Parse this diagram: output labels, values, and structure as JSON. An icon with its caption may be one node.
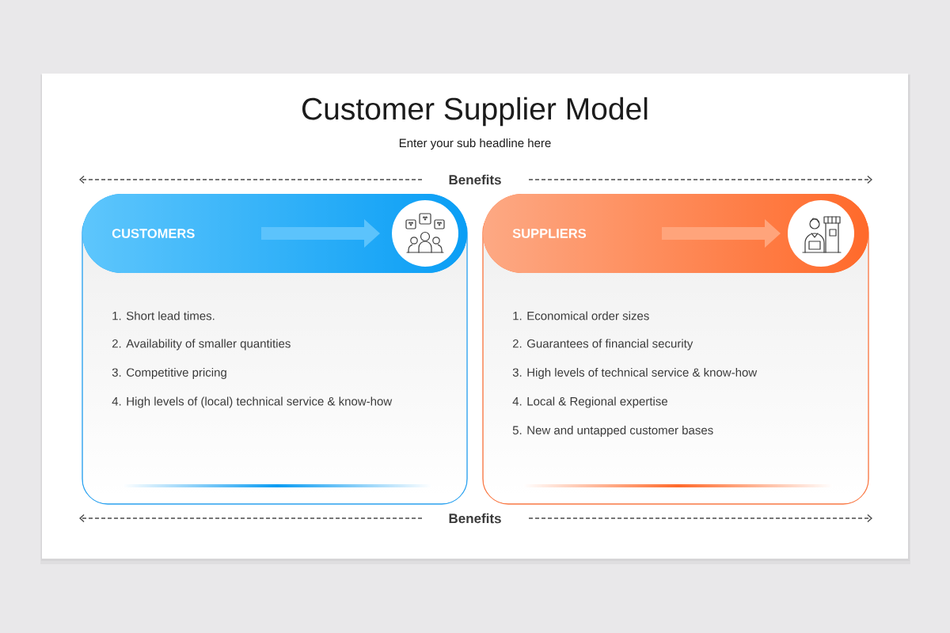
{
  "diagram": {
    "title": "Customer Supplier Model",
    "nodes": [
      {
        "text": [
          "1. Short lead times.",
          "2. Availability of smaller quantities",
          "3. Competitive pricing",
          "4. High levels of (local) technical service & know-how"
        ]
      },
      {
        "text": [
          "CUSTOMERS"
        ],
        "in": 0
      },
      {
        "text": [
          "1. Economical order sizes",
          "2. Guarantees of financial security",
          "3. High levels of technical service & know-how",
          "4. Local & Regional expertise",
          "5. New and untapped customer bases"
        ]
      },
      {
        "text": [
          "SUPPLIERS"
        ],
        "in": 2
      }
    ],
    "labels": [
      "Enter your sub headline here",
      "Benefits",
      "Benefits"
    ]
  }
}
